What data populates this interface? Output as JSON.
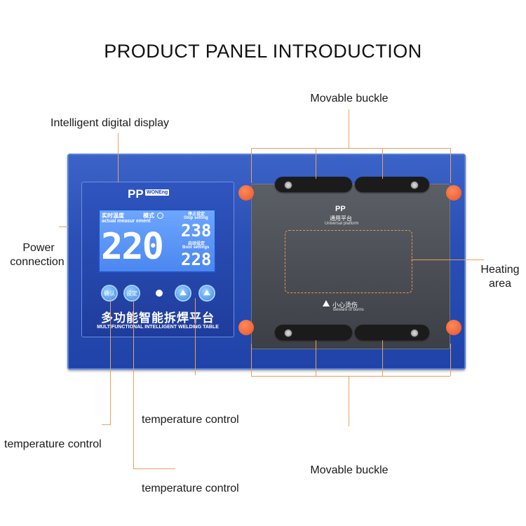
{
  "title": "PRODUCT PANEL INTRODUCTION",
  "labels": {
    "display": "Intelligent digital display",
    "buckle_top": "Movable buckle",
    "buckle_bottom": "Movable buckle",
    "power_line1": "Power",
    "power_line2": "connection",
    "heating_line1": "Heating",
    "heating_line2": "area",
    "temp_control_a": "temperature control",
    "temp_control_b": "temperature control",
    "temp_control_c": "temperature control"
  },
  "device": {
    "brand": "PP",
    "brand_tag": "WONEng",
    "screen": {
      "label_actual_cn": "实时温度",
      "label_mode_cn": "模式",
      "label_actual_en": "actual measur ement",
      "label_stop_cn": "停止设定",
      "label_stop_en": "Stop setting",
      "label_boot_cn": "启动设定",
      "label_boot_en": "Boot settings",
      "actual_value": "220",
      "stop_value": "238",
      "boot_value": "228"
    },
    "buttons": {
      "confirm": "确认",
      "set": "设定"
    },
    "title_cn": "多功能智能拆焊平台",
    "title_en": "MULTIFUNCTIONAL INTELLIGENT WELDING TABLE",
    "platform": {
      "brand": "PP",
      "name_cn": "通用平台",
      "name_en": "Universal platform",
      "warning_cn": "小心烫伤",
      "warning_en": "Beware of burns"
    }
  },
  "colors": {
    "device_blue": "#2a4fb6",
    "screen_blue": "#5a95f8",
    "platform_gray": "#4a4d53",
    "peg_orange": "#e8542a",
    "callout_line": "#e8a060"
  }
}
